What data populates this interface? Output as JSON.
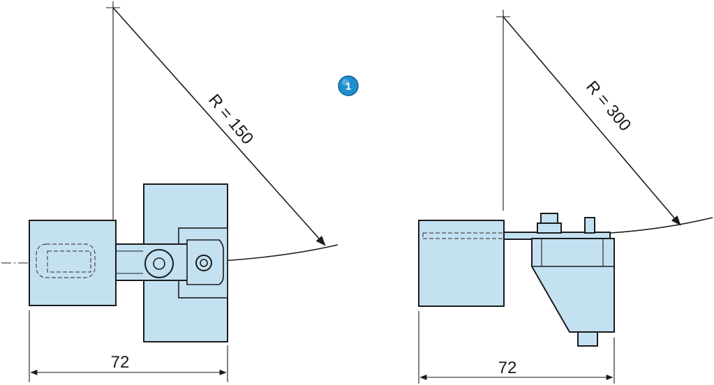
{
  "figure": {
    "marker": {
      "label": "1",
      "color": "#1f8fd0"
    },
    "left_view": {
      "radius_label": "R = 150",
      "width_label": "72"
    },
    "right_view": {
      "radius_label": "R = 300",
      "width_label": "72"
    },
    "colors": {
      "part_fill": "#c4e1f1",
      "line": "#1a1a1a"
    }
  }
}
